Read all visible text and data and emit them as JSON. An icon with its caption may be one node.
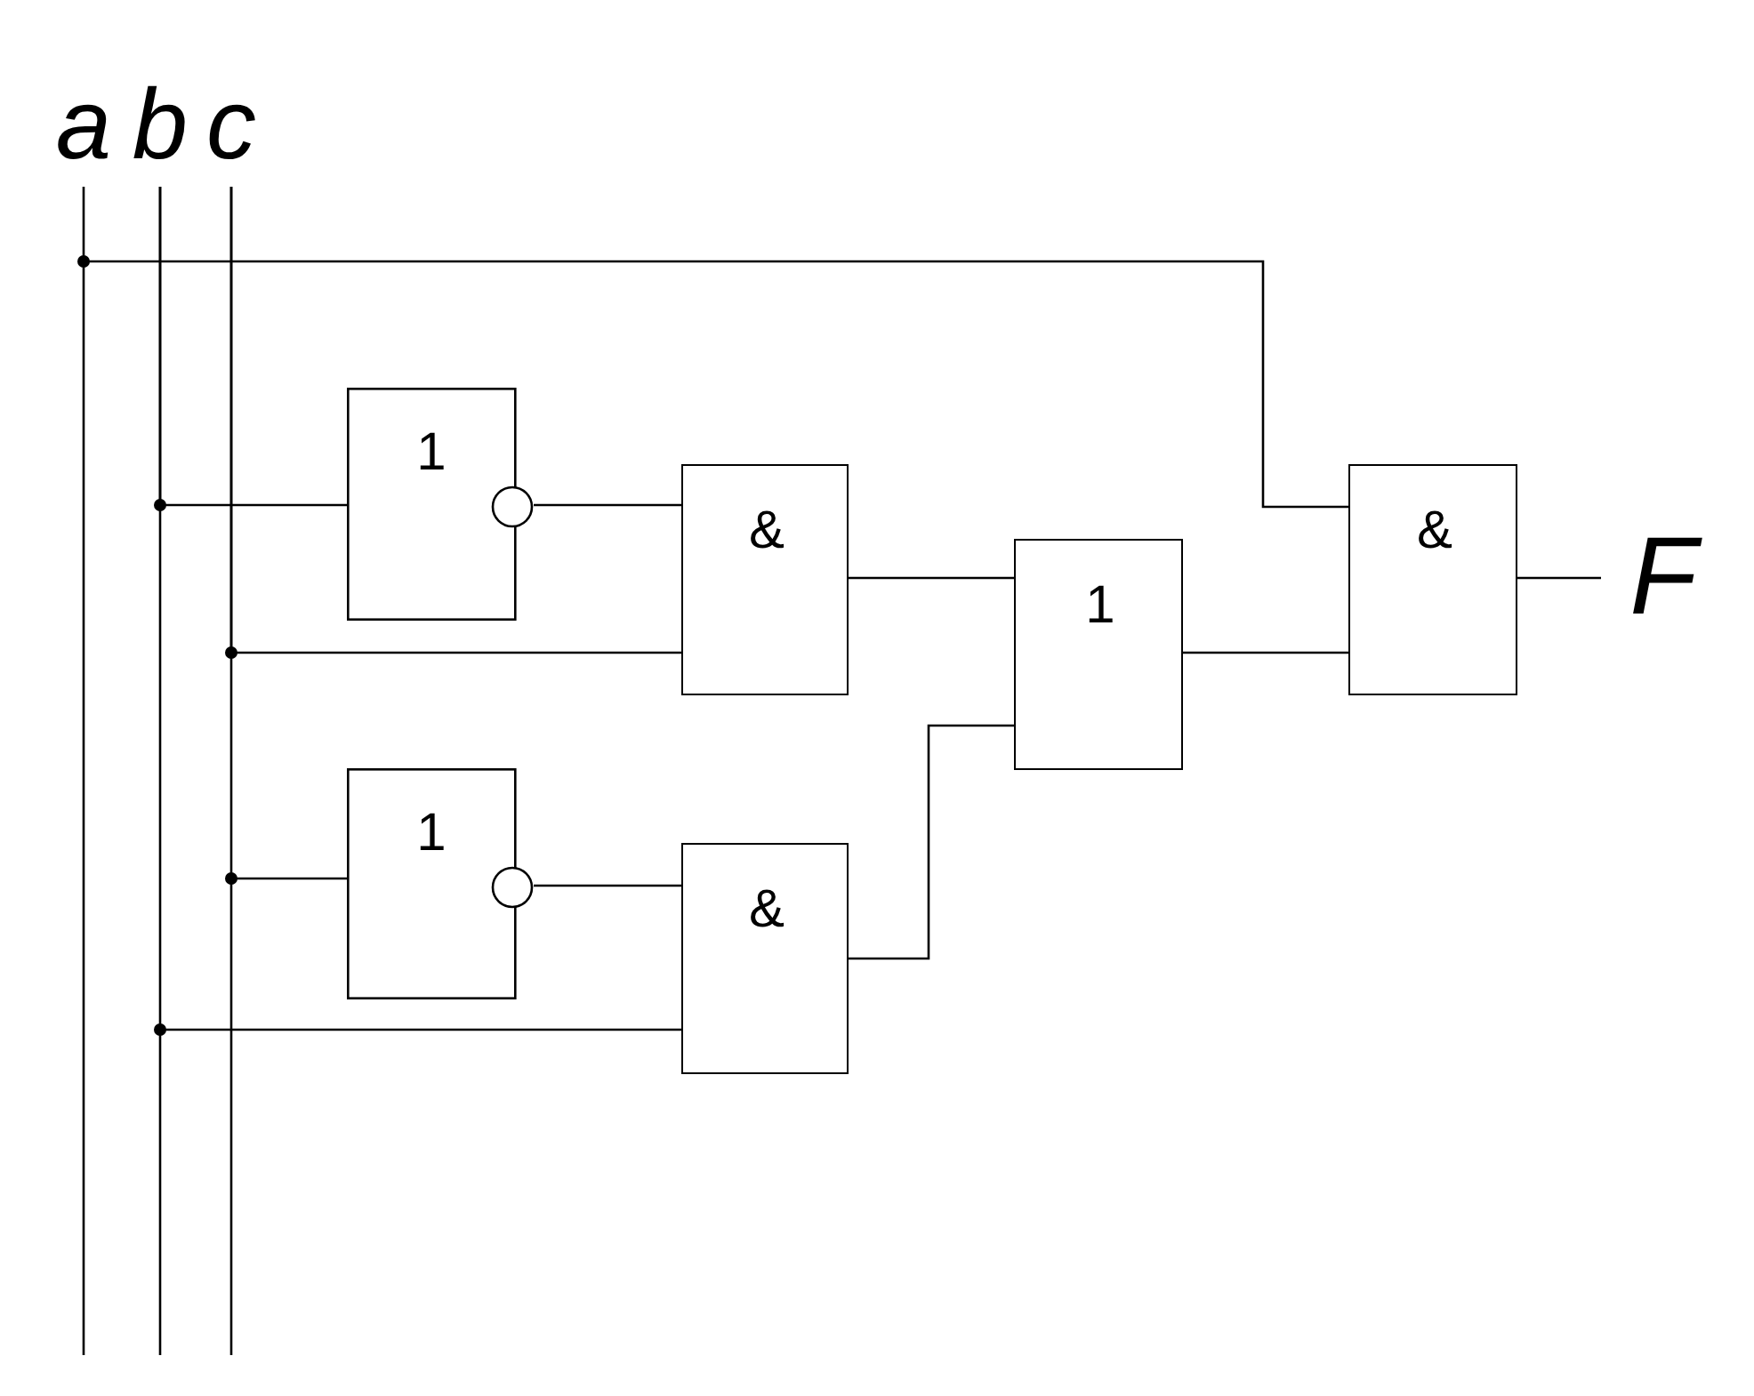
{
  "diagram": {
    "nodes": [
      {
        "text": [
          "a"
        ]
      },
      {
        "text": [
          "b"
        ]
      },
      {
        "text": [
          "c"
        ]
      },
      {
        "text": [
          "1"
        ]
      },
      {
        "text": [
          "&"
        ]
      },
      {
        "text": [
          "1"
        ]
      },
      {
        "text": [
          "&"
        ]
      },
      {
        "text": [
          "1"
        ]
      },
      {
        "text": [
          "&"
        ]
      },
      {
        "text": [
          "F"
        ]
      }
    ],
    "edges": [
      {
        "from": 0,
        "to": 8,
        "arrow": "none"
      },
      {
        "from": 1,
        "to": 3,
        "arrow": "none"
      },
      {
        "from": 3,
        "to": 4,
        "arrow": "none"
      },
      {
        "from": 2,
        "to": 4,
        "arrow": "none"
      },
      {
        "from": 2,
        "to": 5,
        "arrow": "none"
      },
      {
        "from": 5,
        "to": 6,
        "arrow": "none"
      },
      {
        "from": 1,
        "to": 6,
        "arrow": "none"
      },
      {
        "from": 4,
        "to": 7,
        "arrow": "none"
      },
      {
        "from": 6,
        "to": 7,
        "arrow": "none"
      },
      {
        "from": 7,
        "to": 8,
        "arrow": "none"
      },
      {
        "from": 8,
        "to": 9,
        "arrow": "none"
      }
    ]
  }
}
